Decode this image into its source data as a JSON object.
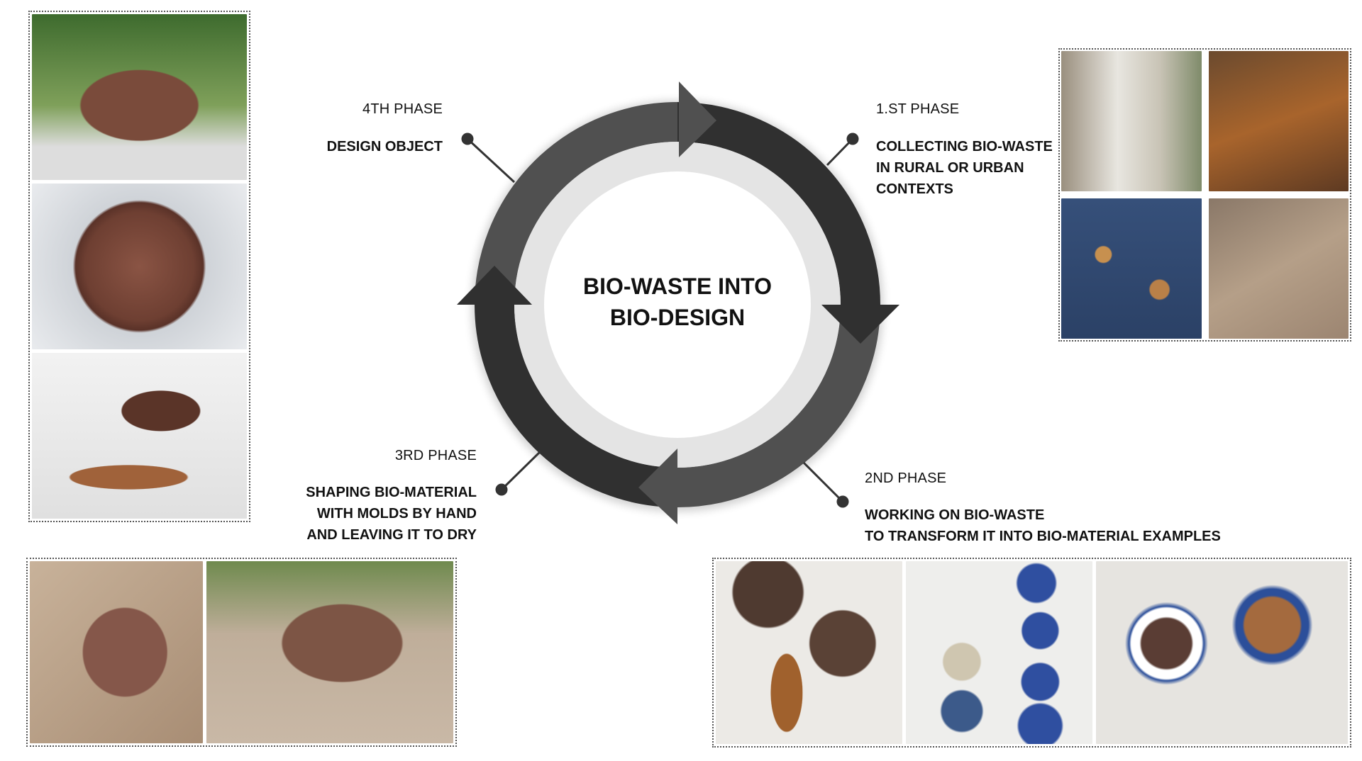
{
  "title": {
    "line1": "BIO-WASTE INTO",
    "line2": "BIO-DESIGN"
  },
  "phases": [
    {
      "label": "1.ST PHASE",
      "lines": [
        "COLLECTING BIO-WASTE",
        "IN RURAL OR URBAN",
        "CONTEXTS"
      ]
    },
    {
      "label": "2ND PHASE",
      "lines": [
        "WORKING ON BIO-WASTE",
        "TO TRANSFORM IT INTO BIO-MATERIAL EXAMPLES"
      ]
    },
    {
      "label": "3RD PHASE",
      "lines": [
        "SHAPING BIO-MATERIAL",
        "WITH MOLDS BY HAND",
        "AND LEAVING IT TO DRY"
      ]
    },
    {
      "label": "4TH PHASE",
      "lines": [
        "DESIGN OBJECT"
      ]
    }
  ],
  "colors": {
    "dark": "#303030",
    "mid": "#505050",
    "inner": "#e4e4e4"
  }
}
